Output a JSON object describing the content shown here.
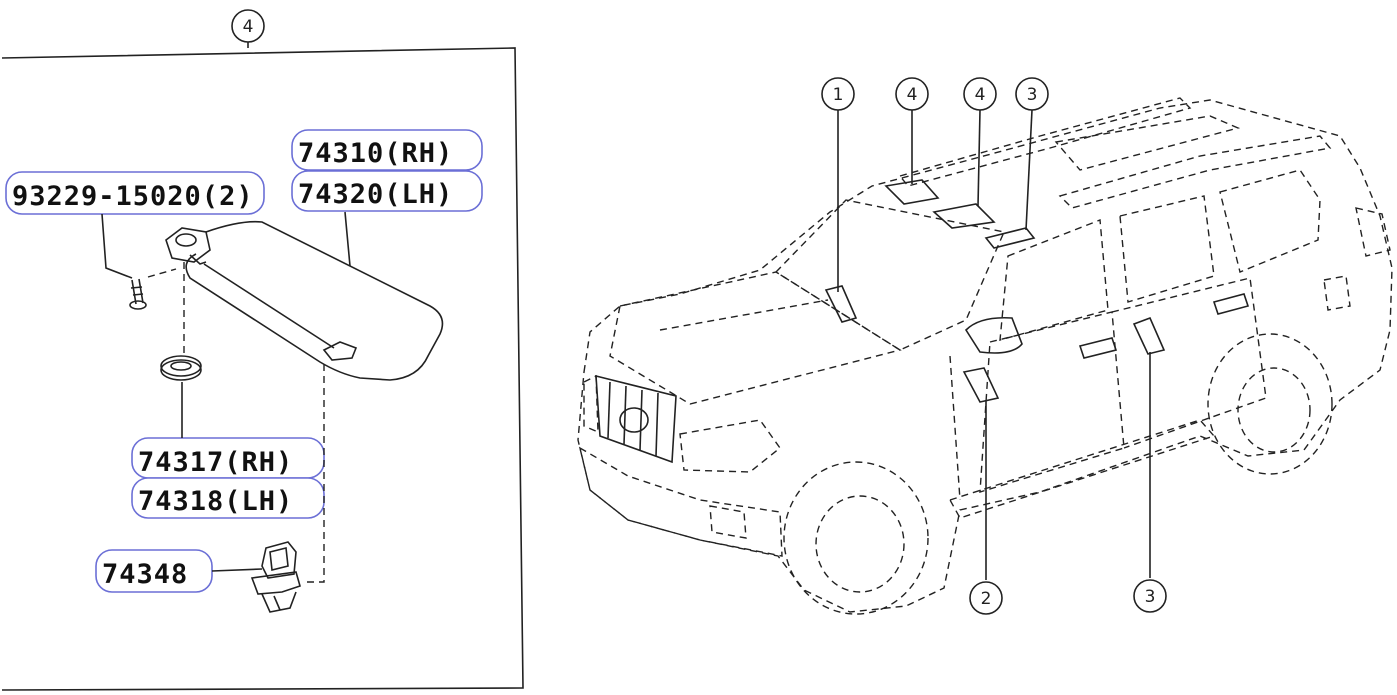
{
  "header_callout": "4",
  "parts": {
    "p93229": "93229-15020(2)",
    "p74310": "74310(RH)",
    "p74320": "74320(LH)",
    "p74317": "74317(RH)",
    "p74318": "74318(LH)",
    "p74348": "74348"
  },
  "vehicle_callouts": {
    "c1": "1",
    "c4a": "4",
    "c4b": "4",
    "c3top": "3",
    "c2": "2",
    "c3bottom": "3"
  },
  "colors": {
    "label_outline": "#6b6fd6",
    "line": "#222222"
  }
}
